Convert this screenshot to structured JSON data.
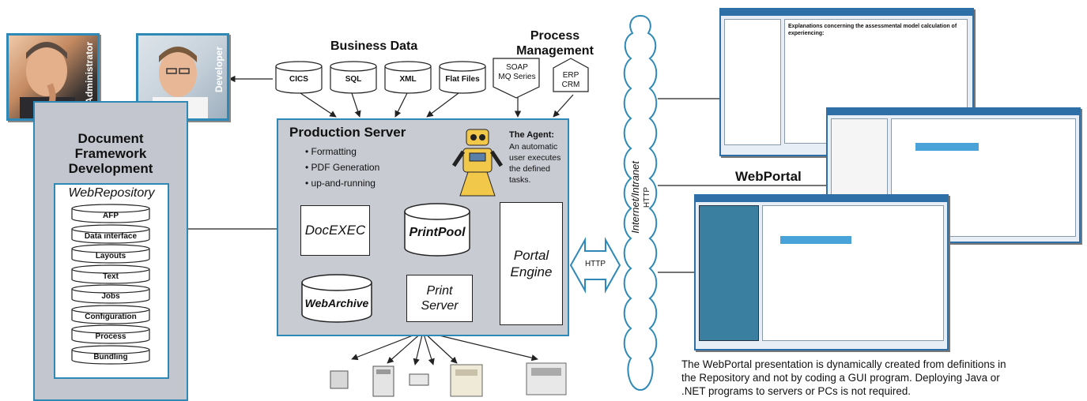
{
  "people": {
    "administrator_label": "Administrator",
    "developer_label": "Developer"
  },
  "dfd": {
    "title_line1": "Document",
    "title_line2": "Framework",
    "title_line3": "Development",
    "repository_title": "WebRepository",
    "stack": [
      "AFP",
      "Data interface",
      "Layouts",
      "Text",
      "Jobs",
      "Configuration",
      "Process",
      "Bundling"
    ]
  },
  "business_data": {
    "title": "Business Data",
    "sources": [
      "CICS",
      "SQL",
      "XML",
      "Flat Files"
    ]
  },
  "process_management": {
    "title_line1": "Process",
    "title_line2": "Management",
    "soap_line1": "SOAP",
    "soap_line2": "MQ Series",
    "erp_line1": "ERP",
    "erp_line2": "CRM"
  },
  "production_server": {
    "title": "Production Server",
    "bullets": [
      "• Formatting",
      "• PDF Generation",
      "• up-and-running"
    ],
    "agent_title": "The Agent:",
    "agent_desc": [
      "An automatic",
      "user executes",
      "the defined",
      "tasks."
    ],
    "docexec": "DocEXEC",
    "printpool": "PrintPool",
    "webarchive": "WebArchive",
    "print_server_line1": "Print",
    "print_server_line2": "Server",
    "portal_engine_line1": "Portal",
    "portal_engine_line2": "Engine"
  },
  "network": {
    "http": "HTTP",
    "cloud_line1": "Internet/Intranet",
    "cloud_line2": "HTTP"
  },
  "webportal": {
    "label": "WebPortal",
    "caption_lines": [
      "The WebPortal presentation is dynamically created from definitions in",
      "the Repository and not by coding a GUI program.  Deploying Java or",
      ".NET programs to servers or PCs is not required."
    ],
    "screen1_heading": "Explanations concerning the assessmental model calculation of experiencing:"
  },
  "colors": {
    "accent": "#2f89b7",
    "panel": "#c3c6cf",
    "screen_border": "#2f6fa7"
  }
}
